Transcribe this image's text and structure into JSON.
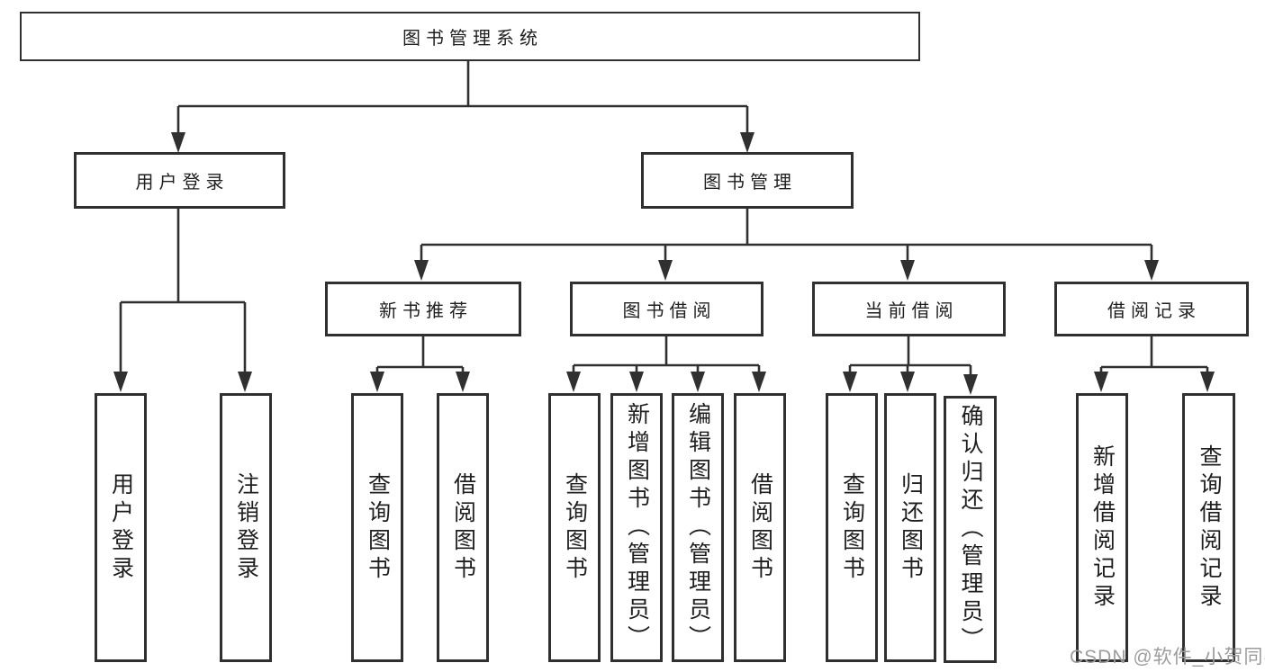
{
  "diagram": {
    "title": "图书管理系统",
    "nodes": {
      "root": {
        "label": "图书管理系统"
      },
      "user_login": {
        "label": "用户登录"
      },
      "book_mgmt": {
        "label": "图书管理"
      },
      "new_book_rec": {
        "label": "新书推荐"
      },
      "book_borrow": {
        "label": "图书借阅"
      },
      "current_borrow": {
        "label": "当前借阅"
      },
      "borrow_record": {
        "label": "借阅记录"
      },
      "leaf_user_login": {
        "label": "用户登录"
      },
      "leaf_logout": {
        "label": "注销登录"
      },
      "leaf_rec_query": {
        "label": "查询图书"
      },
      "leaf_rec_borrow": {
        "label": "借阅图书"
      },
      "leaf_bb_query": {
        "label": "查询图书"
      },
      "leaf_bb_add": {
        "label": "新增图书（管理员）"
      },
      "leaf_bb_edit": {
        "label": "编辑图书（管理员）"
      },
      "leaf_bb_borrow": {
        "label": "借阅图书"
      },
      "leaf_cb_query": {
        "label": "查询图书"
      },
      "leaf_cb_return": {
        "label": "归还图书"
      },
      "leaf_cb_confirm": {
        "label": "确认归还（管理员）"
      },
      "leaf_br_add": {
        "label": "新增借阅记录"
      },
      "leaf_br_query": {
        "label": "查询借阅记录"
      }
    },
    "edges": [
      {
        "from": "root",
        "to": "user_login"
      },
      {
        "from": "root",
        "to": "book_mgmt"
      },
      {
        "from": "user_login",
        "to": "leaf_user_login"
      },
      {
        "from": "user_login",
        "to": "leaf_logout"
      },
      {
        "from": "book_mgmt",
        "to": "new_book_rec"
      },
      {
        "from": "book_mgmt",
        "to": "book_borrow"
      },
      {
        "from": "book_mgmt",
        "to": "current_borrow"
      },
      {
        "from": "book_mgmt",
        "to": "borrow_record"
      },
      {
        "from": "new_book_rec",
        "to": "leaf_rec_query"
      },
      {
        "from": "new_book_rec",
        "to": "leaf_rec_borrow"
      },
      {
        "from": "book_borrow",
        "to": "leaf_bb_query"
      },
      {
        "from": "book_borrow",
        "to": "leaf_bb_add"
      },
      {
        "from": "book_borrow",
        "to": "leaf_bb_edit"
      },
      {
        "from": "book_borrow",
        "to": "leaf_bb_borrow"
      },
      {
        "from": "current_borrow",
        "to": "leaf_cb_query"
      },
      {
        "from": "current_borrow",
        "to": "leaf_cb_return"
      },
      {
        "from": "current_borrow",
        "to": "leaf_cb_confirm"
      },
      {
        "from": "borrow_record",
        "to": "leaf_br_add"
      },
      {
        "from": "borrow_record",
        "to": "leaf_br_query"
      }
    ]
  },
  "watermark": {
    "text": "CSDN @软件_小贺同学"
  },
  "colors": {
    "line": "#303030",
    "text": "#1f1f1f",
    "background": "#ffffff",
    "watermark": "#9c9c9c"
  }
}
